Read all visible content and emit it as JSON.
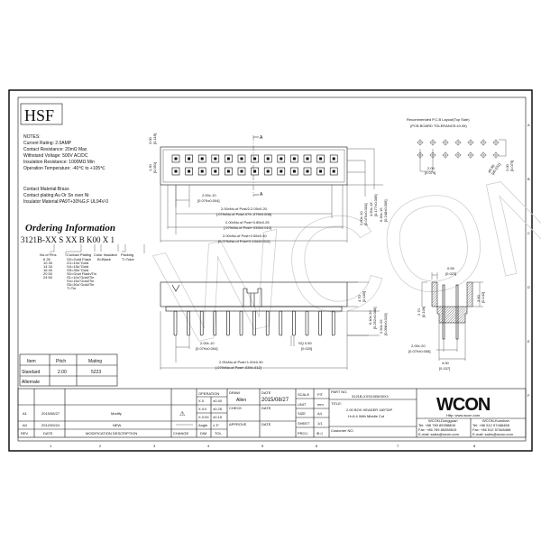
{
  "brand_box": "HSF",
  "notes": {
    "heading": "NOTES:",
    "lines": [
      "Current Rating: 2.0AMP",
      "Contact Resistance: 20mΩ Max",
      "Withstand Voltage: 500V AC/DC",
      "Insulation Resistance: 1000MΩ Min",
      "Operation Temperature: -40℃ to +105℃"
    ],
    "materials": [
      "Contact Material:Brass",
      "Contact plating:Au Or Sn over Ni",
      "Insulator Material:PA9T+30%G.F UL94V-0"
    ]
  },
  "ordering": {
    "title": "Ordering Information",
    "code": "3121B-XX S XX B K00 X 1",
    "pins_label": "No.of Pins",
    "pins": [
      "6  26",
      "10  30",
      "14  34",
      "16  40",
      "20  50",
      "24  60"
    ],
    "plating_label": "Contact Plating",
    "plating": [
      "G0=Gold Flash",
      "G1=10u\"Gold",
      "G4=15u\"Gold",
      "G5=30u\"Gold",
      "S0=Gold Flash/Tin",
      "S1=10u\"Gold/Tin",
      "S4=15u\"Gold/Tin",
      "S5=30u\"Gold/Tin",
      "T=Tin"
    ],
    "color_label": "Color Insulator",
    "color": "B=Black",
    "packing_label": "Packing",
    "packing": "T=Tube"
  },
  "pcb_layout": {
    "title": "Recommended P.C.B Layout(Top Side)",
    "tolerance": "(PCB BOARD TOLERANCE:±0.05)",
    "pitch": "2.00",
    "pitch_in": "[0.079]",
    "hole": "ø0.80",
    "hole_in": "[ø0.031]",
    "row_pitch": "2.00",
    "row_pitch_in": "[0.079]"
  },
  "top_view": {
    "section_mark": "A",
    "dim_left_top": "3.00",
    "dim_left_top_in": "[0.118]",
    "dim_left_bot": "1.30",
    "dim_left_bot_in": "[0.051]",
    "d1": "2.00±.10",
    "d1_in": "[0.079±0.004]",
    "d2": "2.00xNo.of Post/2-2.00±0.20",
    "d2_in": "[.079xNo.of Post/.079-.079±0.008]",
    "d3": "2.00xNo.of Post+0.85±0.25",
    "d3_in": "[.079xNo.of Post+.033±0.010]",
    "d4": "2.00xNo.of Post+2.65±0.30",
    "d4_in": "[0.079xNo.of Post+0.104±0.012]",
    "r1": "2.00±.10",
    "r1_in": "[0.079±0.004]",
    "r2": "4.50±.15",
    "r2_in": "[0.177±0.006]",
    "r3": "6.30±.15",
    "r3_in": "[0.248±0.006]"
  },
  "side_view": {
    "h1": "4.70",
    "h1_in": "[0.185]",
    "h2": "6.40±.20",
    "h2_in": "[0.252±0.008]",
    "h3": "2.50±.25",
    "h3_in": "[0.098±0.010]",
    "pitch": "2.00±.10",
    "pitch_in": "[0.079±0.004]",
    "sq": "SQ 0.50",
    "sq_in": "[0.020]",
    "len": "2.00xNo.of Post+1.00±0.30",
    "len_in": "[.079xNo.of Post+.039±.012]"
  },
  "section_view": {
    "w": "0.59",
    "w_in": "[0.023]",
    "h": "3.60",
    "h_in": "[0.142]",
    "d": "2.70",
    "d_in": "[0.106]",
    "p": "2.00±.20",
    "p_in": "[0.079±0.008]",
    "b": "4.00",
    "b_in": "[0.157]"
  },
  "spec_table": {
    "headers": [
      "Item",
      "Pitch",
      "Mating"
    ],
    "rows": [
      [
        "Standard",
        "2.00",
        "5223"
      ],
      [
        "Alternate",
        "",
        ""
      ]
    ]
  },
  "revisions": {
    "rows": [
      [
        "A1",
        "2015/08/27",
        "Modify"
      ],
      [
        "A0",
        "2012/09/24",
        "NEW"
      ]
    ],
    "headers": [
      "REV",
      "DATE",
      "MODIFICATION DESCRIPTION",
      "CHANGE"
    ]
  },
  "tolerances": {
    "header": "OPERATION",
    "rows": [
      [
        "X.X",
        "±0.40"
      ],
      [
        "X.XX",
        "±0.25"
      ],
      [
        "X.XXX",
        "±0.15"
      ],
      [
        "Angle",
        "± 3°"
      ]
    ],
    "footer": [
      "DIM",
      "TOL"
    ]
  },
  "signoff": {
    "draw_label": "DRAW",
    "drawer": "Allen",
    "date_label": "DATE",
    "date": "2015/08/27",
    "check_label": "CHECK",
    "approve_label": "APPROVE"
  },
  "sheet_info": [
    [
      "SCALE",
      "FIT"
    ],
    [
      "UNIT",
      "mm"
    ],
    [
      "SIZE",
      "A4"
    ],
    [
      "SHEET",
      "1/1"
    ],
    [
      "PROJ.",
      "⊕◁"
    ]
  ],
  "part": {
    "part_no_label": "PART NO.",
    "part_no": "3121B-XXSXXBK00X1",
    "title_label": "TITLE:",
    "title_line1": "2.00 BOX HEADER 180°DIP",
    "title_line2": "H=6.4 With Middle Cut",
    "customer_label": "Customer NO."
  },
  "company": {
    "logo": "WCON",
    "url": "Http: www.wcon.com",
    "offices": [
      {
        "name": "WCON-Dongguan",
        "tel": "Tel: +86 769 85358808",
        "fax": "Fax: +86 769 85358515",
        "email": "E-mail: sales@wcon.com"
      },
      {
        "name": "WCON-Kunshan",
        "tel": "Tel: +86 512 57468468",
        "fax": "Fax: +86 512 57468468",
        "email": "E-mail: sales@wcon.com"
      }
    ]
  },
  "zones": {
    "cols": [
      "1",
      "2",
      "3",
      "4",
      "5",
      "6",
      "7",
      "8"
    ],
    "rows": [
      "A",
      "B",
      "C",
      "D",
      "E",
      "F"
    ]
  },
  "watermark": "WCON"
}
